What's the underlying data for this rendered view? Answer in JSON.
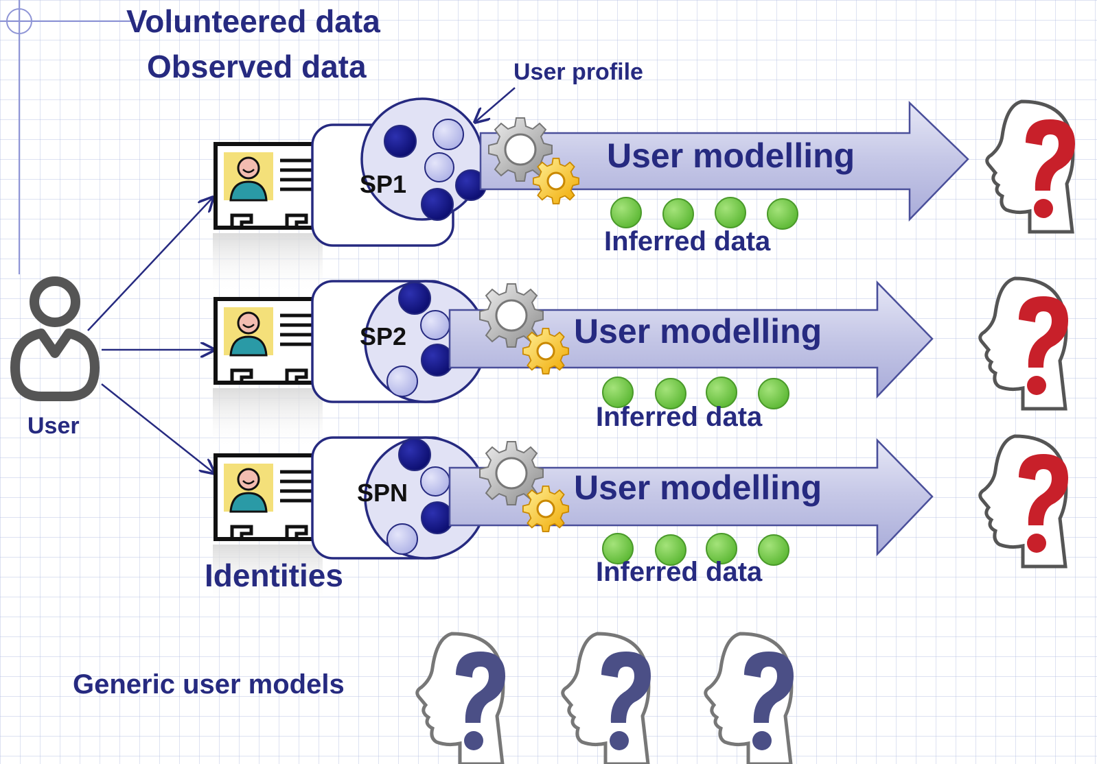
{
  "labels": {
    "volunteered": "Volunteered data",
    "observed": "Observed data",
    "user_profile": "User profile",
    "user": "User",
    "identities": "Identities",
    "generic_models": "Generic user models"
  },
  "providers": [
    {
      "sp": "SP1",
      "modelling": "User modelling",
      "inferred": "Inferred data"
    },
    {
      "sp": "SP2",
      "modelling": "User modelling",
      "inferred": "Inferred data"
    },
    {
      "sp": "SPN",
      "modelling": "User modelling",
      "inferred": "Inferred data"
    }
  ],
  "colors": {
    "text": "#262a80",
    "arrow_fill": "#c9cbe8",
    "dot_dark": "#14168a",
    "dot_light": "#b8bbe9",
    "inferred_dot": "#79d04a",
    "question_red": "#c8202a",
    "question_blue": "#4b4f86"
  },
  "icons": [
    "user-icon",
    "id-card-icon",
    "gear-icon",
    "question-head-icon"
  ]
}
